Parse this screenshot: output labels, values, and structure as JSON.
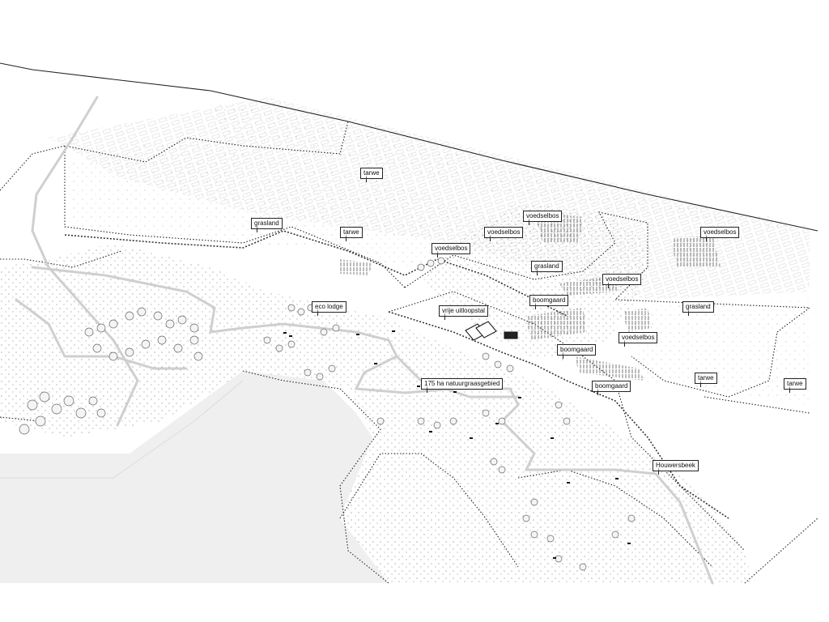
{
  "map": {
    "labels": [
      {
        "id": "tarwe-1",
        "text": "tarwe"
      },
      {
        "id": "grasland-1",
        "text": "grasland"
      },
      {
        "id": "tarwe-2",
        "text": "tarwe"
      },
      {
        "id": "voedselbos-1",
        "text": "voedselbos"
      },
      {
        "id": "voedselbos-2",
        "text": "voedselbos"
      },
      {
        "id": "voedselbos-3",
        "text": "voedselbos"
      },
      {
        "id": "voedselbos-4",
        "text": "voedselbos"
      },
      {
        "id": "grasland-2",
        "text": "grasland"
      },
      {
        "id": "voedselbos-5",
        "text": "voedselbos"
      },
      {
        "id": "eco-lodge",
        "text": "eco lodge"
      },
      {
        "id": "vrije-uitloopstal",
        "text": "vrije uitloopstal"
      },
      {
        "id": "boomgaard-1",
        "text": "boomgaard"
      },
      {
        "id": "grasland-3",
        "text": "grasland"
      },
      {
        "id": "voedselbos-6",
        "text": "voedselbos"
      },
      {
        "id": "boomgaard-2",
        "text": "boomgaard"
      },
      {
        "id": "natuurgraasgebied",
        "text": "175 ha natuurgraasgebied"
      },
      {
        "id": "boomgaard-3",
        "text": "boomgaard"
      },
      {
        "id": "tarwe-3",
        "text": "tarwe"
      },
      {
        "id": "tarwe-4",
        "text": "tarwe"
      },
      {
        "id": "houwersbeek",
        "text": "Houwersbeek"
      }
    ]
  }
}
